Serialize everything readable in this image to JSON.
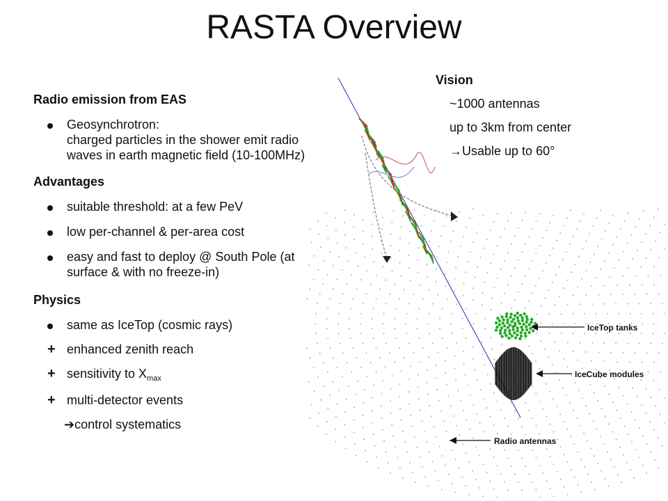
{
  "title": "RASTA Overview",
  "sections": {
    "radio": {
      "heading": "Radio emission from EAS",
      "items": [
        {
          "line1": "Geosynchrotron:",
          "line2": "charged particles in the shower emit radio waves in earth magnetic field (10-100MHz)"
        }
      ]
    },
    "advantages": {
      "heading": "Advantages",
      "items": [
        "suitable threshold: at a few PeV",
        "low per-channel & per-area cost",
        "easy and fast to deploy @ South Pole (at surface & with no freeze-in)"
      ]
    },
    "physics": {
      "heading": "Physics",
      "bullet": "same as IceTop (cosmic rays)",
      "plus_items": {
        "zenith": "enhanced zenith reach",
        "xmax_text": "sensitivity to X",
        "xmax_sub": "max",
        "multi": "multi-detector events"
      },
      "arrow_item": "control systematics"
    }
  },
  "vision": {
    "heading": "Vision",
    "items": [
      "~1000 antennas",
      "up to 3km from center",
      "Usable up to 60°"
    ]
  },
  "diagram": {
    "labels": {
      "icetop": "IceTop tanks",
      "icecube": "IceCube modules",
      "radio": "Radio antennas"
    },
    "colors": {
      "shower_green": "#22aa22",
      "shower_red": "#dd2222",
      "axis_blue": "#2233aa",
      "antenna_dots": "#9a9ab8"
    }
  }
}
